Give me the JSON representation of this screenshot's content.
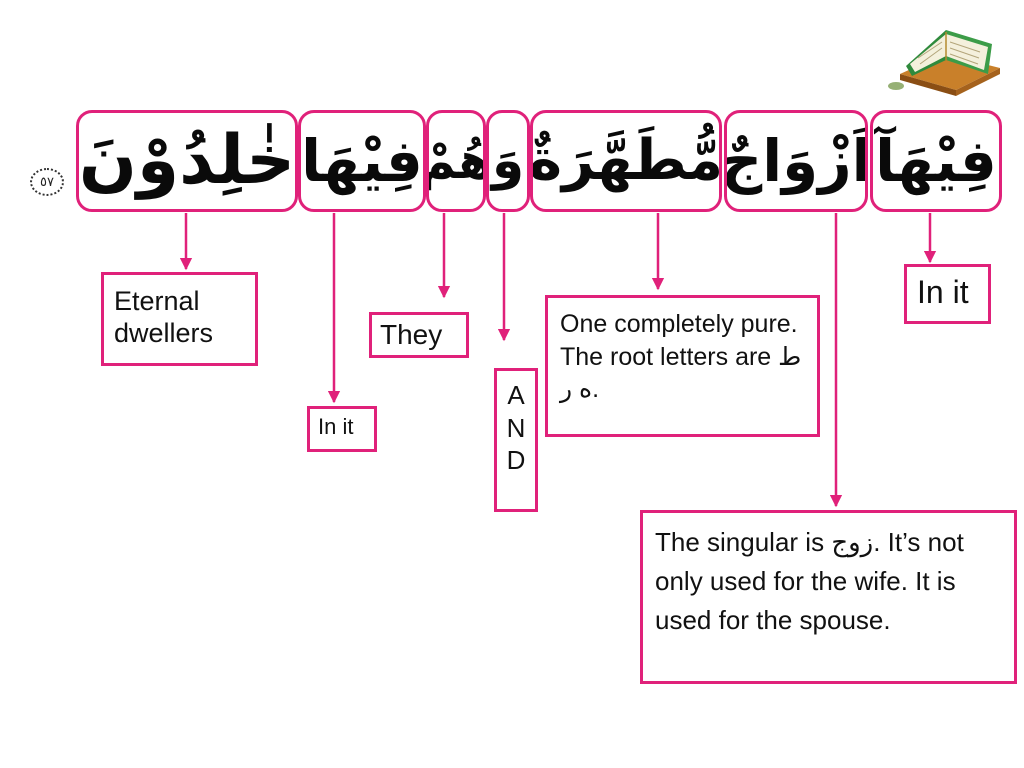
{
  "colors": {
    "accent": "#e0217a",
    "text": "#111111"
  },
  "ayah_number": "٥٧",
  "words": [
    {
      "id": "khalidun",
      "arabic": "خٰلِدُوْنَ"
    },
    {
      "id": "fiha-2",
      "arabic": "فِيْهَا"
    },
    {
      "id": "hum",
      "arabic": "هُمْ"
    },
    {
      "id": "wa",
      "arabic": "وَ"
    },
    {
      "id": "mutahharah",
      "arabic": "مُّطَهَّرَةٌ"
    },
    {
      "id": "azwaj",
      "arabic": "اَزْوَاجٌ"
    },
    {
      "id": "fiha-1",
      "arabic": "فِيْهَآ"
    }
  ],
  "glosses": {
    "eternal": "Eternal dwellers",
    "in_it_small": "In it",
    "they": "They",
    "and": [
      "A",
      "N",
      "D"
    ],
    "pure": "One completely pure. The root letters are ط ه ر.",
    "singular": "The singular is زوج. It’s not only used for the wife. It is used for the spouse.",
    "in_it_right": "In it"
  },
  "icons": {
    "book": "quran-book-icon"
  }
}
